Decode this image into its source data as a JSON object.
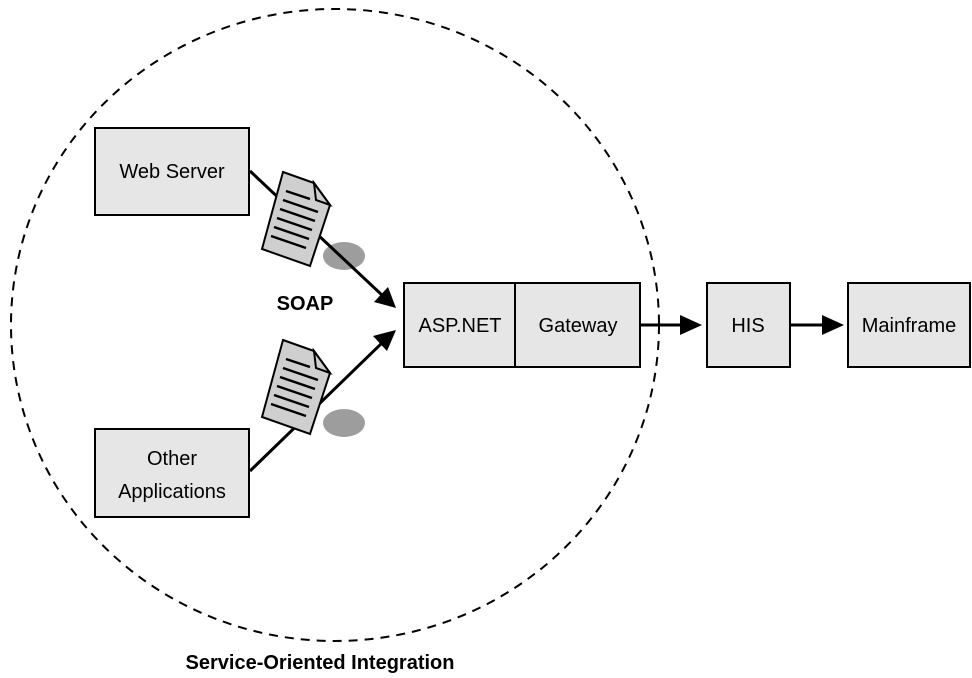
{
  "boundary": {
    "label": "Service-Oriented Integration"
  },
  "nodes": {
    "web_server": "Web Server",
    "other_apps_line1": "Other",
    "other_apps_line2": "Applications",
    "aspnet": "ASP.NET",
    "gateway": "Gateway",
    "his": "HIS",
    "mainframe": "Mainframe"
  },
  "edges": {
    "soap_label": "SOAP"
  }
}
